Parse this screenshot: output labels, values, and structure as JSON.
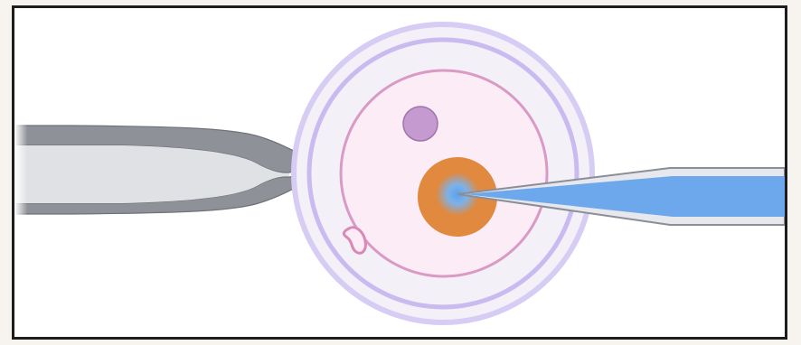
{
  "diagram": {
    "subject": "microinjection",
    "components": [
      "holding-pipette",
      "zona-pellucida",
      "oocyte",
      "polar-body",
      "nucleus",
      "injection-needle",
      "fluid-bubble"
    ]
  },
  "colors": {
    "frame_border": "#1d1d1d",
    "background": "#ffffff",
    "page_background": "#f7f3ee",
    "zona_outer": "#cbbdf0",
    "zona_fill": "#f3f0f8",
    "oocyte_membrane": "#d99ac6",
    "oocyte_cytoplasm": "#fcecf5",
    "polar_body_fill": "#c59ad0",
    "polar_body_stroke": "#9f74ad",
    "nucleus": "#e0893f",
    "injection_glow": "#6aa7ec",
    "needle_fill": "#6ea8ec",
    "needle_glass": "#e6e8ed",
    "needle_stroke": "#8b8e96",
    "pipette_dark": "#8e9198",
    "pipette_light": "#dfe1e5",
    "vesicle_stroke": "#d889b6"
  }
}
